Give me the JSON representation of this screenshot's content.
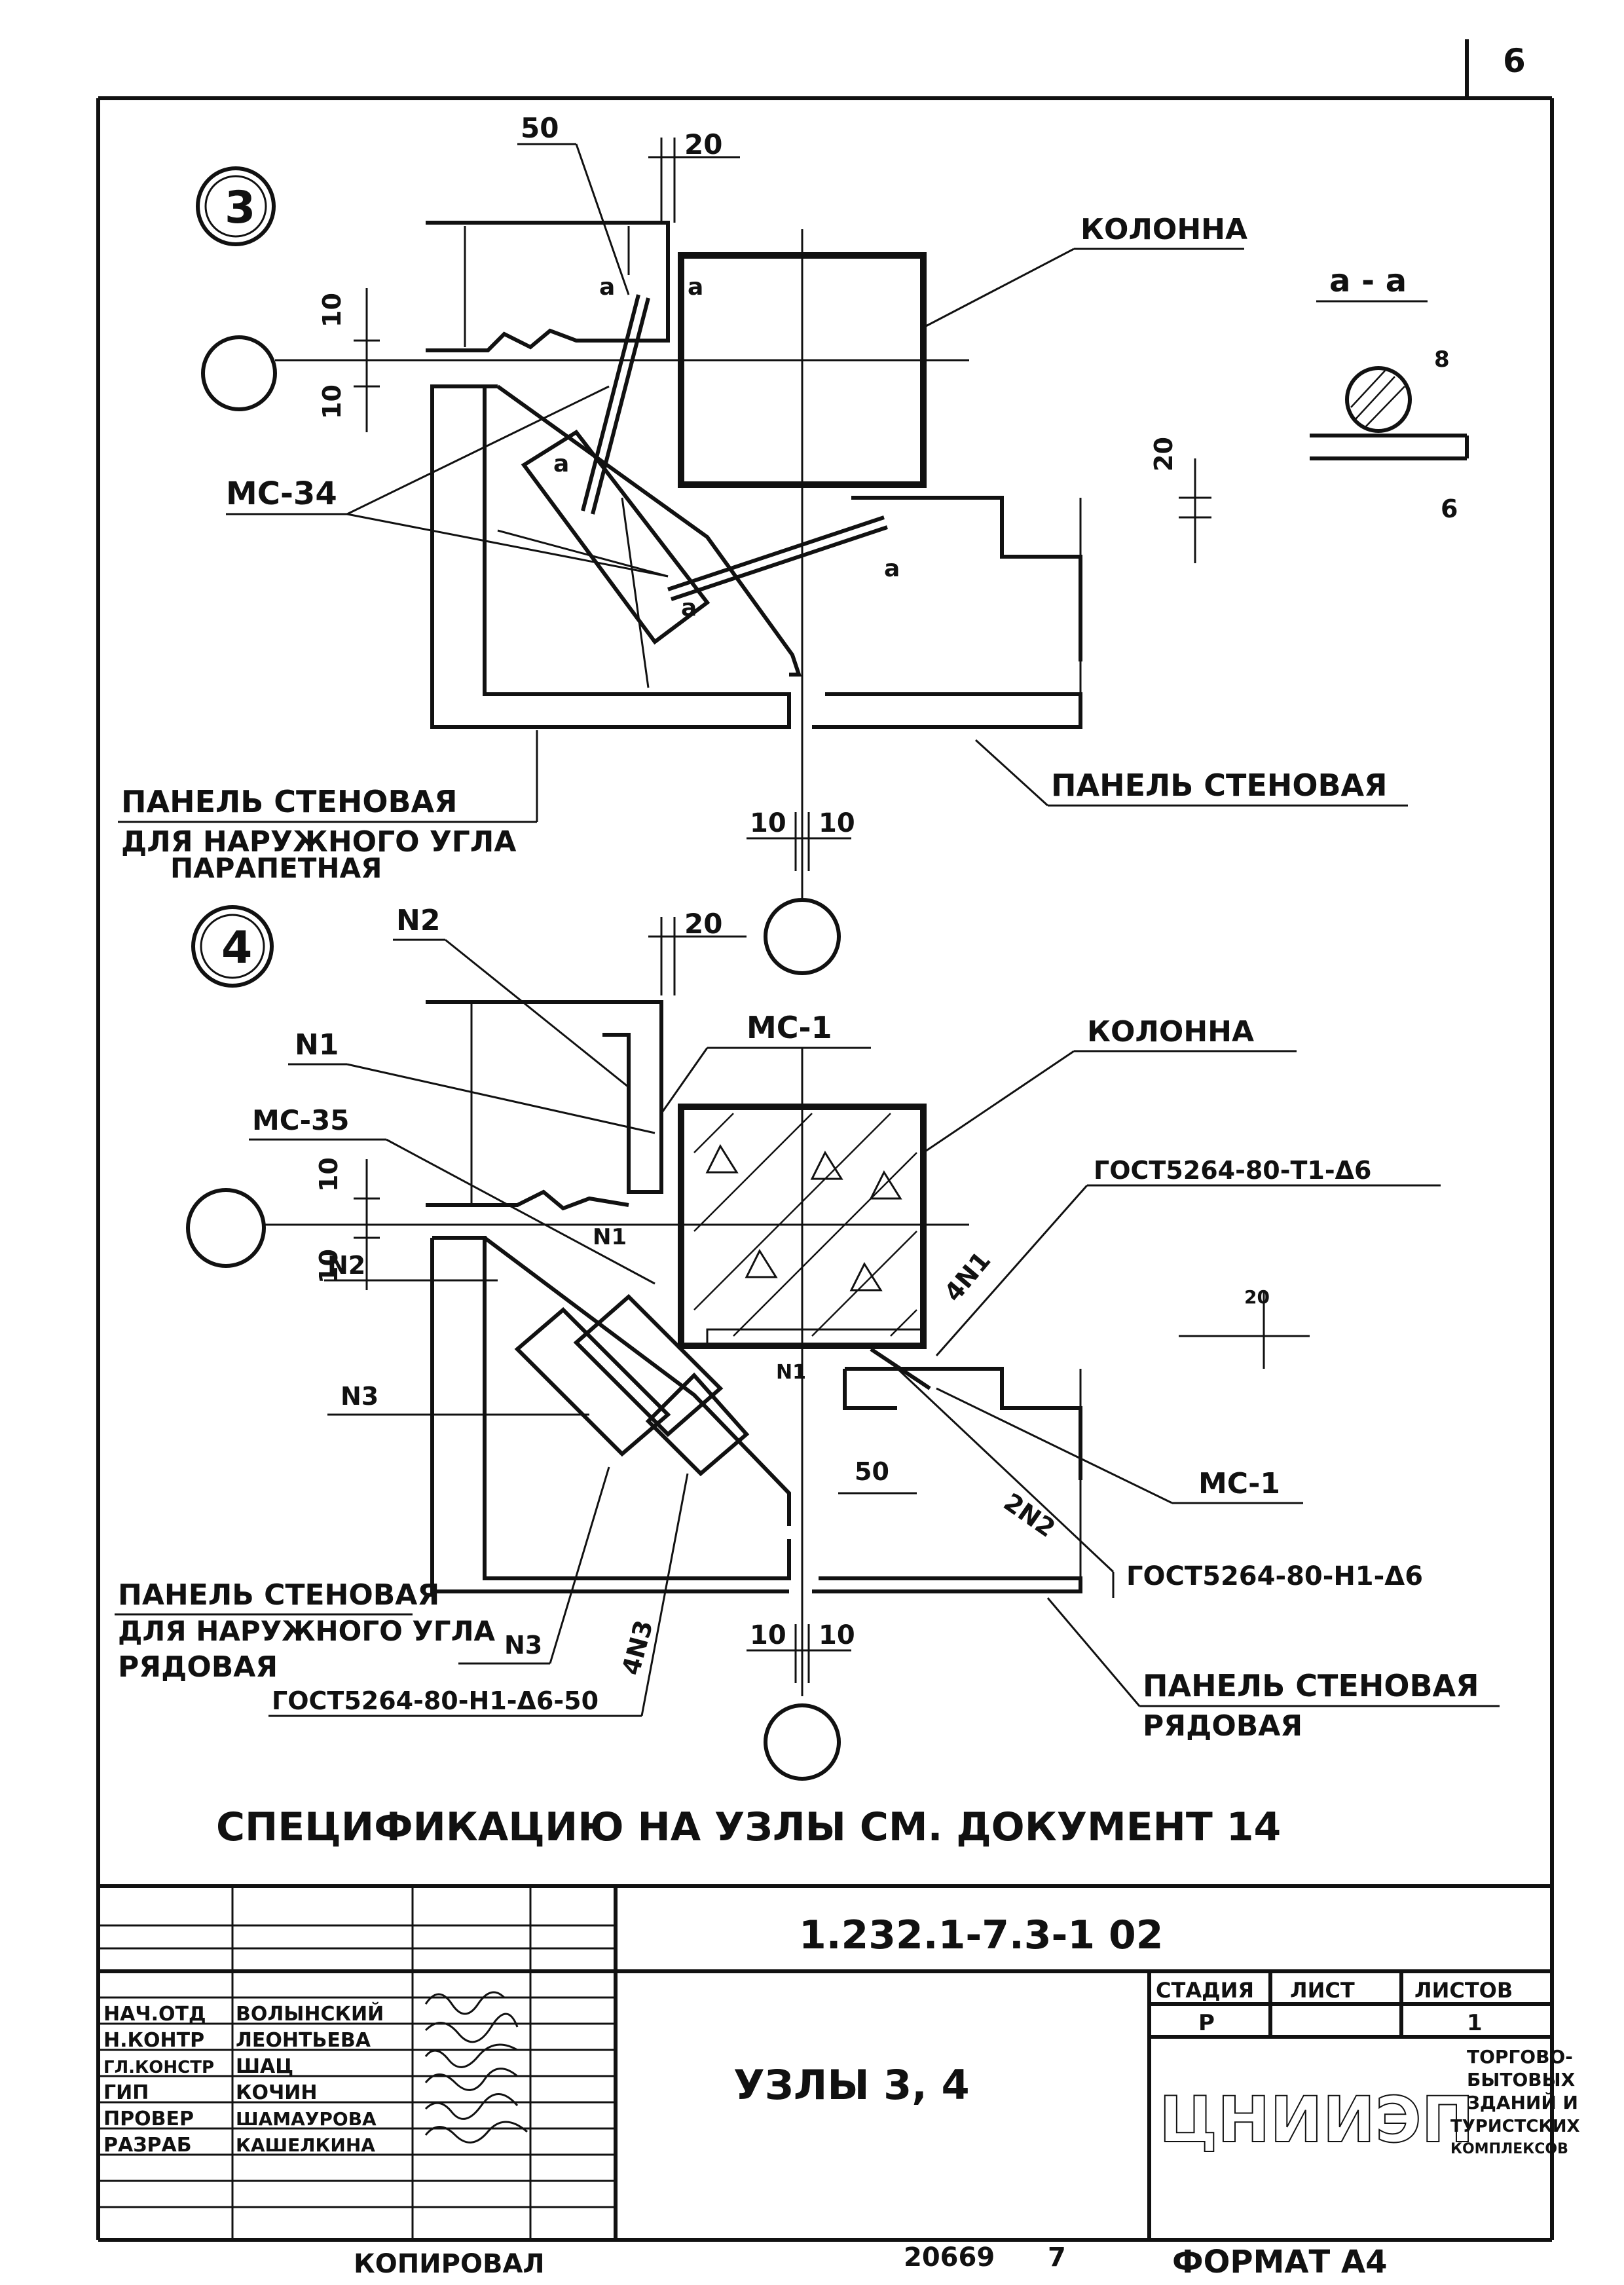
{
  "sheet": {
    "page_number": "6",
    "note": "СПЕЦИФИКАЦИЮ НА УЗЛЫ СМ. ДОКУМЕНТ 14",
    "copied": "КОПИРОВАЛ",
    "inventory": "20669",
    "inventory_suffix": "7",
    "format": "ФОРМАТ А4"
  },
  "node3": {
    "number": "3",
    "dim_50": "50",
    "dim_20": "20",
    "dim_10_top": "10",
    "dim_10_bot": "10",
    "dim_10_left": "10",
    "dim_10_right": "10",
    "section_a": "a",
    "column_label": "КОЛОННА",
    "mark_label": "МС-34",
    "section_title": "a - a",
    "weld_8": "8",
    "weld_6": "6",
    "dim_20_right": "20",
    "panel_left_1": "ПАНЕЛЬ СТЕНОВАЯ",
    "panel_left_2": "ДЛЯ НАРУЖНОГО УГЛА",
    "panel_left_3": "ПАРАПЕТНАЯ",
    "panel_right": "ПАНЕЛЬ СТЕНОВАЯ"
  },
  "node4": {
    "number": "4",
    "n2": "N2",
    "n1": "N1",
    "n3": "N3",
    "n1_small": "N1",
    "dim_20": "20",
    "dim_50": "50",
    "mc1_top": "МС-1",
    "mc1_bottom": "МС-1",
    "mc35": "МС-35",
    "column_label": "КОЛОННА",
    "gost_top": "ГОСТ5264-80-Т1-Δ6",
    "n4_label": "4N1",
    "n2_label": "2N2",
    "n3_label": "4N3",
    "n3_lower": "N3",
    "gost_right": "ГОСТ5264-80-Н1-Δ6",
    "gost_bottom": "ГОСТ5264-80-Н1-Δ6-50",
    "dim_10_left": "10",
    "dim_10_right": "10",
    "dim_10_a": "10",
    "dim_10_b": "10",
    "panel_left_1": "ПАНЕЛЬ СТЕНОВАЯ",
    "panel_left_2": "ДЛЯ НАРУЖНОГО УГЛА",
    "panel_left_3": "РЯДОВАЯ",
    "panel_right_1": "ПАНЕЛЬ СТЕНОВАЯ",
    "panel_right_2": "РЯДОВАЯ"
  },
  "title_block": {
    "designation": "1.232.1-7.3-1 02",
    "title": "УЗЛЫ 3, 4",
    "stage_header": "СТАДИЯ",
    "sheet_header": "ЛИСТ",
    "sheets_header": "ЛИСТОВ",
    "stage": "Р",
    "sheet": "",
    "sheets": "1",
    "org": "ЦНИИЭП",
    "org_sub_1": "ТОРГОВО-",
    "org_sub_2": "БЫТОВЫХ",
    "org_sub_3": "ЗДАНИЙ И",
    "org_sub_4": "ТУРИСТСКИХ",
    "org_sub_5": "КОМПЛЕКСОВ",
    "rows": [
      {
        "role": "НАЧ.ОТД",
        "name": "ВОЛЫНСКИЙ"
      },
      {
        "role": "Н.КОНТР",
        "name": "ЛЕОНТЬЕВА"
      },
      {
        "role": "ГЛ.КОНСТР",
        "name": "ШАЦ"
      },
      {
        "role": "ГИП",
        "name": "КОЧИН"
      },
      {
        "role": "ПРОВЕР",
        "name": "ШАМАУРОВА"
      },
      {
        "role": "РАЗРАБ",
        "name": "КАШЕЛКИНА"
      }
    ]
  }
}
